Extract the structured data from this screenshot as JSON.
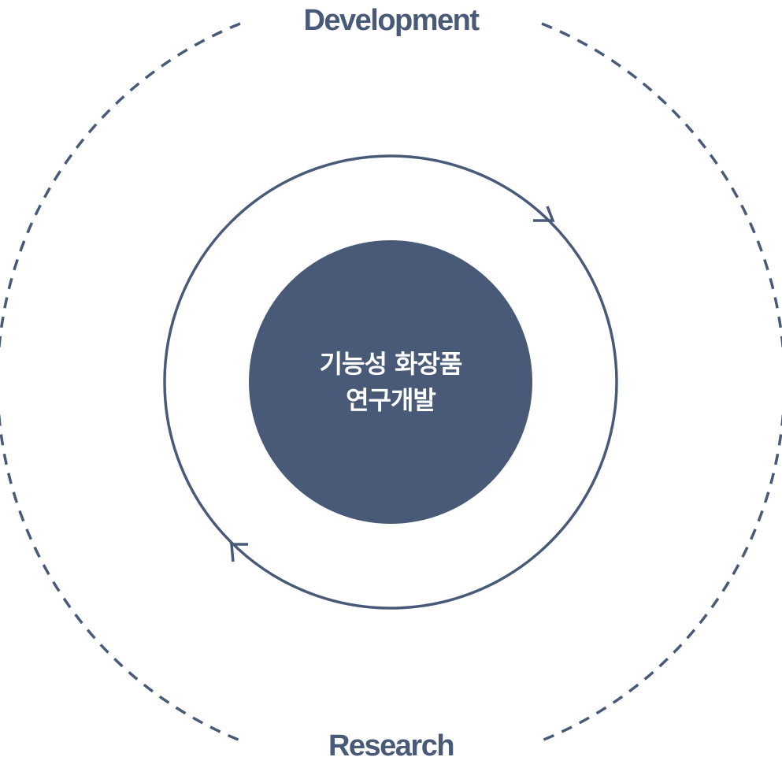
{
  "labels": {
    "top": "Development",
    "bottom": "Research"
  },
  "center": {
    "line1": "기능성 화장품",
    "line2": "연구개발"
  },
  "colors": {
    "primary": "#485a78",
    "background": "#ffffff",
    "center_text": "#ffffff"
  }
}
